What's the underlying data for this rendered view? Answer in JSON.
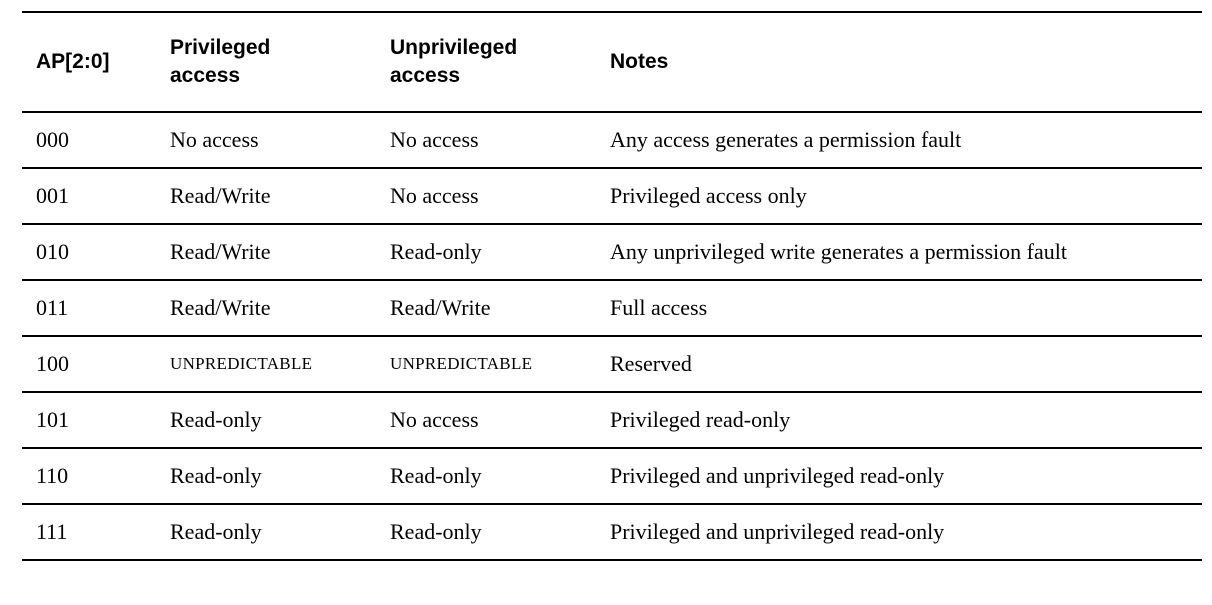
{
  "table": {
    "columns": [
      {
        "label": "AP[2:0]"
      },
      {
        "label": "Privileged\naccess"
      },
      {
        "label": "Unprivileged\naccess"
      },
      {
        "label": "Notes"
      }
    ],
    "rows": [
      {
        "ap": "000",
        "priv": "No access",
        "unpriv": "No access",
        "notes": "Any access generates a permission fault"
      },
      {
        "ap": "001",
        "priv": "Read/Write",
        "unpriv": "No access",
        "notes": "Privileged access only"
      },
      {
        "ap": "010",
        "priv": "Read/Write",
        "unpriv": "Read-only",
        "notes": "Any unprivileged write generates a permission fault"
      },
      {
        "ap": "011",
        "priv": "Read/Write",
        "unpriv": "Read/Write",
        "notes": "Full access"
      },
      {
        "ap": "100",
        "priv": "UNPREDICTABLE",
        "unpriv": "UNPREDICTABLE",
        "notes": "Reserved"
      },
      {
        "ap": "101",
        "priv": "Read-only",
        "unpriv": "No access",
        "notes": "Privileged read-only"
      },
      {
        "ap": "110",
        "priv": "Read-only",
        "unpriv": "Read-only",
        "notes": "Privileged and unprivileged read-only"
      },
      {
        "ap": "111",
        "priv": "Read-only",
        "unpriv": "Read-only",
        "notes": "Privileged and unprivileged read-only"
      }
    ]
  }
}
